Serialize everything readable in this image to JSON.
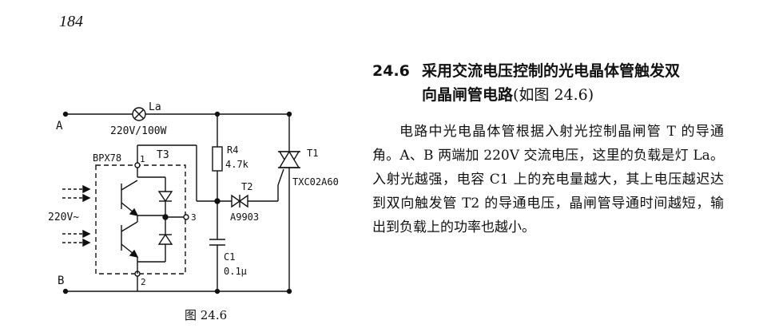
{
  "page": {
    "number": "184"
  },
  "figure": {
    "caption": "图 24.6",
    "labels": {
      "node_a": "A",
      "node_b": "B",
      "lamp": "La",
      "lamp_rating": "220V/100W",
      "phototransistor": "BPX78",
      "t3": "T3",
      "pin1": "1",
      "pin2": "2",
      "pin3": "3",
      "light_input": "220V~",
      "r4": "R4",
      "r4_value": "4.7k",
      "t2": "T2",
      "t2_part": "A9903",
      "c1": "C1",
      "c1_value": "0.1μ",
      "t1": "T1",
      "t1_part": "TXC02A60"
    }
  },
  "section": {
    "number": "24.6",
    "title_line1": "采用交流电压控制的光电晶体管触发双",
    "title_line2": "向晶闸管电路",
    "title_ref": "(如图 24.6)",
    "body": "电路中光电晶体管根据入射光控制晶闸管 T 的导通角。A、B 两端加 220V 交流电压，这里的负载是灯 La。入射光越强，电容 C1 上的充电量越大，其上电压越迟达到双向触发管 T2 的导通电压，晶闸管导通时间越短，输出到负载上的功率也越小。"
  }
}
